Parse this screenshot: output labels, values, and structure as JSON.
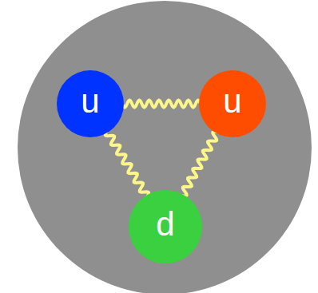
{
  "diagram": {
    "nodes": [
      {
        "text": [
          "u"
        ]
      },
      {
        "text": [
          "u"
        ]
      },
      {
        "text": [
          "d"
        ]
      }
    ],
    "edges": [
      {
        "from": 0,
        "to": 1,
        "arrow": "none"
      },
      {
        "from": 0,
        "to": 2,
        "arrow": "none"
      },
      {
        "from": 1,
        "to": 2,
        "arrow": "none"
      }
    ]
  }
}
